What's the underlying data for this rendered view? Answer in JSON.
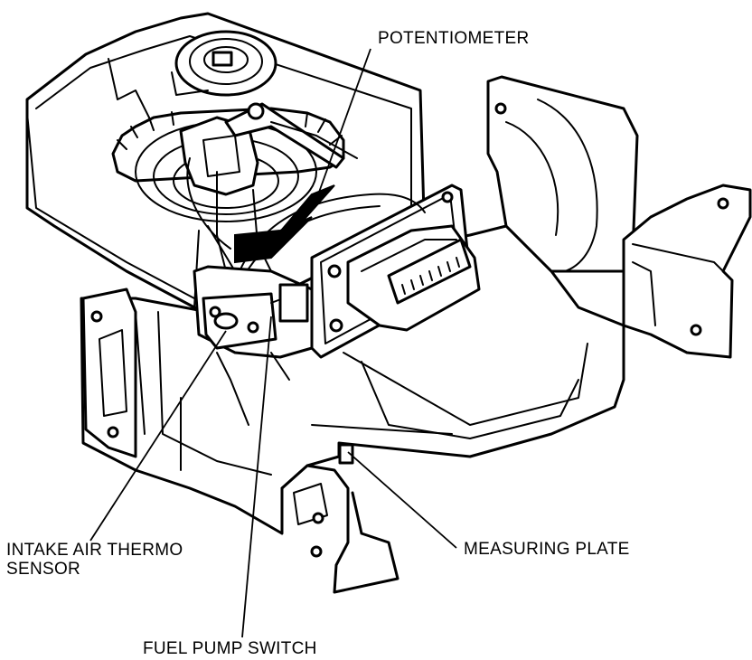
{
  "labels": {
    "potentiometer": "POTENTIOMETER",
    "intake_air_thermo_sensor_line1": "INTAKE AIR THERMO",
    "intake_air_thermo_sensor_line2": "SENSOR",
    "measuring_plate": "MEASURING PLATE",
    "fuel_pump_switch": "FUEL PUMP SWITCH"
  }
}
